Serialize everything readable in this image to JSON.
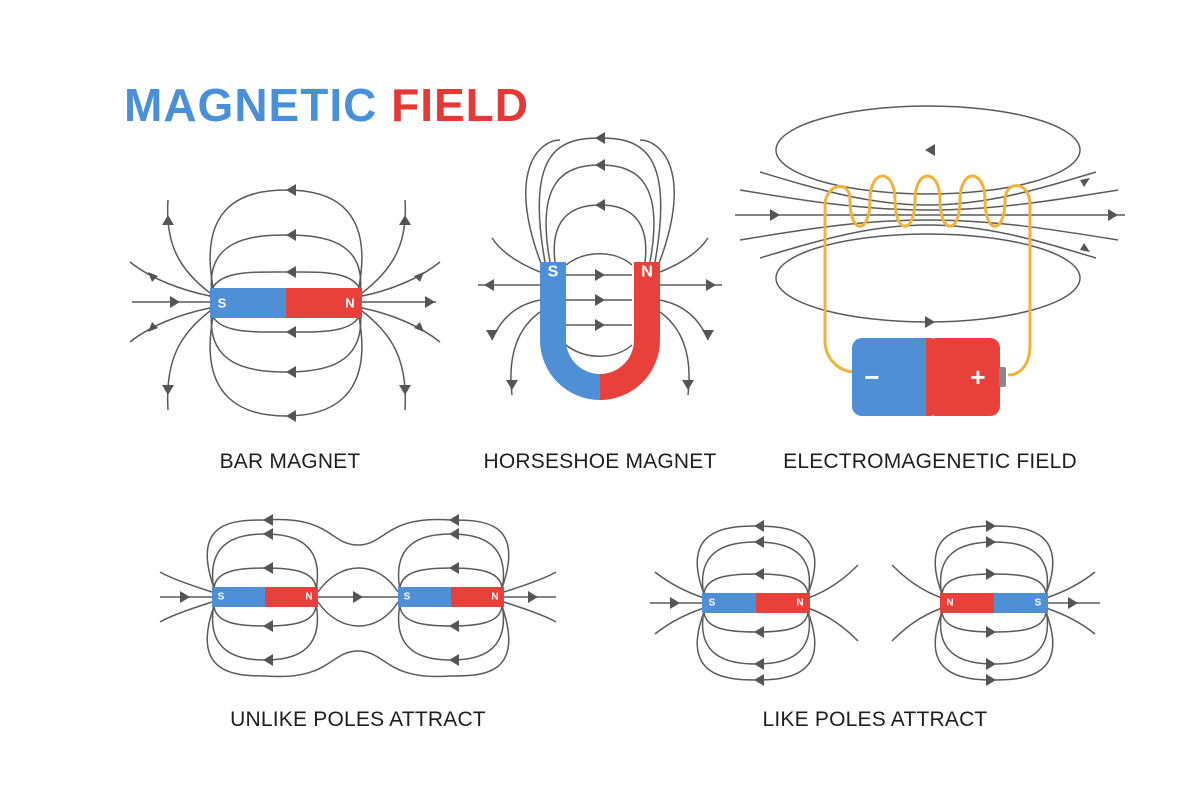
{
  "title": {
    "part1": "MAGNETIC",
    "part2": "FIELD"
  },
  "colors": {
    "south": "#4f8fd6",
    "north": "#e8403a",
    "field_line": "#5a5a5a",
    "coil": "#f0b23a",
    "title_blue": "#4a90d9",
    "title_red": "#e53935"
  },
  "panels": {
    "bar_magnet": {
      "caption": "BAR MAGNET",
      "south_label": "S",
      "north_label": "N"
    },
    "horseshoe_magnet": {
      "caption": "HORSESHOE MAGNET",
      "south_label": "S",
      "north_label": "N"
    },
    "electromagnetic_field": {
      "caption": "ELECTROMAGENETIC FIELD",
      "negative_label": "−",
      "positive_label": "+"
    },
    "unlike_poles": {
      "caption": "UNLIKE POLES ATTRACT",
      "magnet1": {
        "left": "S",
        "right": "N"
      },
      "magnet2": {
        "left": "S",
        "right": "N"
      }
    },
    "like_poles": {
      "caption": "LIKE POLES ATTRACT",
      "magnet1": {
        "left": "S",
        "right": "N"
      },
      "magnet2": {
        "left": "N",
        "right": "S"
      }
    }
  }
}
